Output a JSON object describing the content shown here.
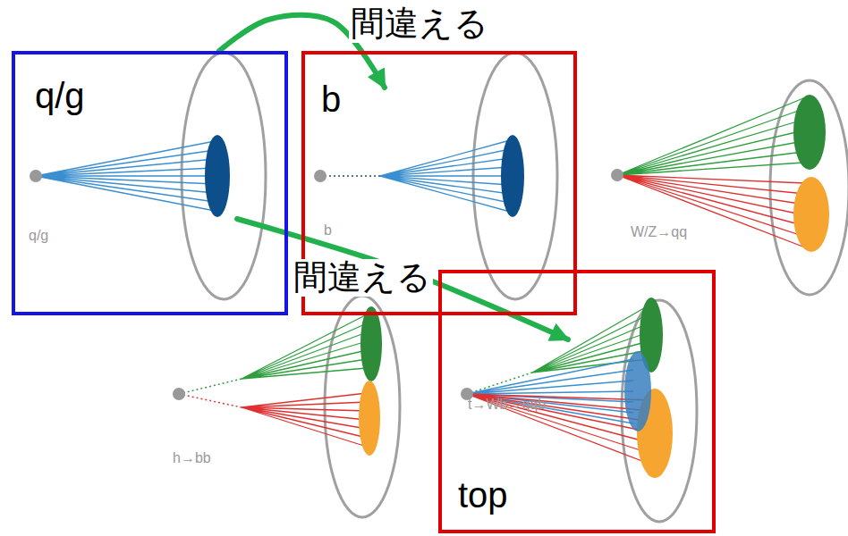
{
  "diagram": {
    "nodes": [
      {
        "text": [
          "q/g",
          "q/g"
        ]
      },
      {
        "text": [
          "b",
          "b"
        ]
      },
      {
        "text": [
          "top",
          "t→Wb→qqb"
        ]
      }
    ],
    "edges": [
      {
        "from": 0,
        "to": 1,
        "arrow": "to",
        "label": "間違える"
      },
      {
        "from": 0,
        "to": 2,
        "arrow": "to",
        "label": "間違える"
      }
    ],
    "labels": [
      "W/Z→qq",
      "h→bb"
    ]
  }
}
